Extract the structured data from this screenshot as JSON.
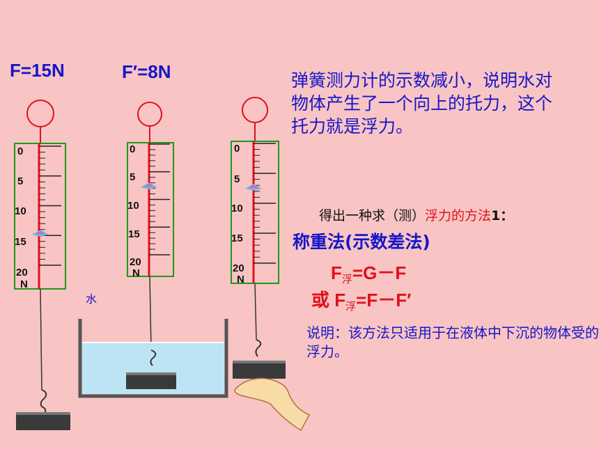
{
  "readings": {
    "in_air": "F=15N",
    "in_water": "F′=8N"
  },
  "explanation": "弹簧测力计的示数减小，说明水对物体产生了一个向上的托力，这个托力就是浮力。",
  "method": {
    "intro": "得出一种求（测）",
    "highlight": "浮力的方法",
    "number": "1：",
    "name": "称重法(示数差法)"
  },
  "formulas": {
    "f1": {
      "lhs": "F",
      "sub": "浮",
      "rhs": "=G－F"
    },
    "f2": {
      "prefix": "或 ",
      "lhs": "F",
      "sub": "浮",
      "rhs": "=F－F′"
    }
  },
  "note": "说明：该方法只适用于在液体中下沉的物体受的浮力。",
  "water_label": "水",
  "scale": {
    "labels": [
      "0",
      "5",
      "10",
      "15",
      "20"
    ],
    "unit": "N"
  },
  "colors": {
    "background": "#f9c4c4",
    "text_blue": "#1616c8",
    "text_red": "#e0101a",
    "spring_red": "#e0101a",
    "frame_green": "#1a9a1a",
    "water": "#bde4f4"
  }
}
